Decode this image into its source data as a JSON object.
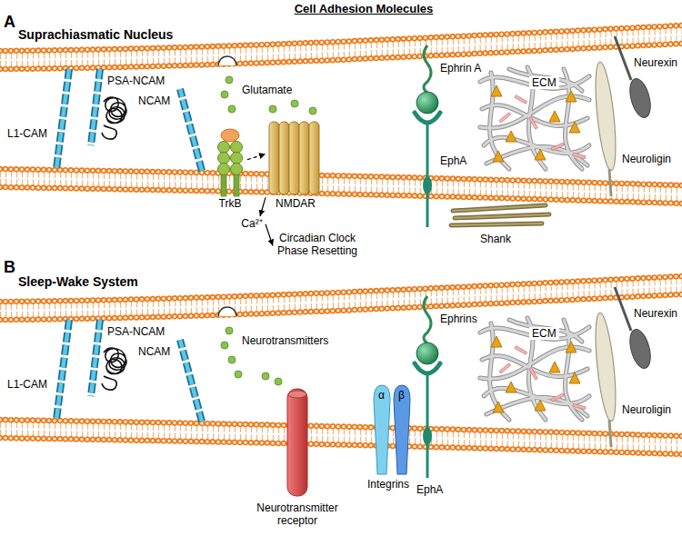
{
  "diagram": {
    "title": "Cell Adhesion Molecules",
    "nodes": [
      {
        "text": [
          "TrkB"
        ]
      },
      {
        "text": [
          "NMDAR"
        ]
      },
      {
        "text": [
          "Ca²⁺"
        ]
      },
      {
        "text": [
          "Circadian Clock Phase Resetting"
        ]
      }
    ],
    "edges": [
      {
        "from": 0,
        "to": 1,
        "arrow": "to"
      },
      {
        "from": 1,
        "to": 2,
        "arrow": "to"
      },
      {
        "from": 2,
        "to": 3,
        "arrow": "to"
      }
    ],
    "labels": [
      "A",
      "Suprachiasmatic Nucleus",
      "L1-CAM",
      "PSA-NCAM",
      "NCAM",
      "Glutamate",
      "Ephrin A",
      "ECM",
      "Neurexin",
      "Neuroligin",
      "EphA",
      "Shank",
      "B",
      "Sleep-Wake System",
      "L1-CAM",
      "PSA-NCAM",
      "NCAM",
      "Neurotransmitters",
      "Ephrins",
      "ECM",
      "Neurexin",
      "Neuroligin",
      "Neurotransmitter receptor",
      "EphA",
      "α",
      "β",
      "Integrins"
    ]
  }
}
